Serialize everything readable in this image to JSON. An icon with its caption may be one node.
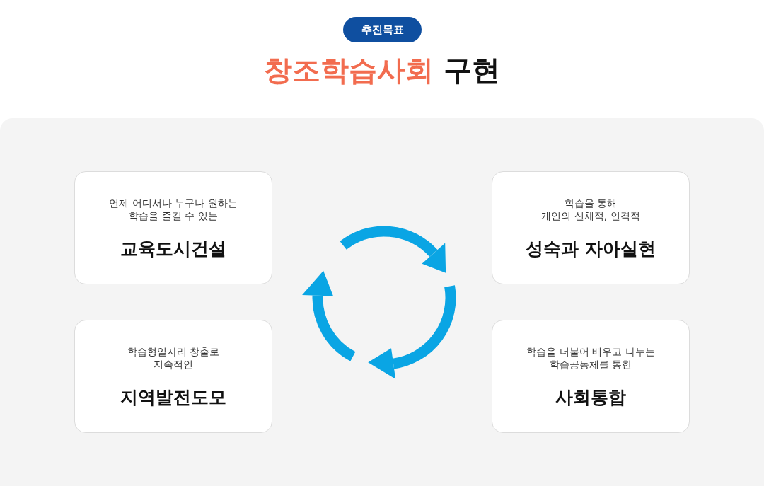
{
  "diagram": {
    "title": "창조학습사회 구현",
    "nodes": [
      {
        "text": [
          "추진목표"
        ]
      },
      {
        "text": [
          "언제 어디서나 누구나 원하는 학습을 즐길 수 있는",
          "교육도시건설"
        ]
      },
      {
        "text": [
          "학습을 통해 개인의 신체적, 인격적",
          "성숙과 자아실현"
        ]
      },
      {
        "text": [
          "학습형일자리 창출로 지속적인",
          "지역발전도모"
        ]
      },
      {
        "text": [
          "학습을 더불어 배우고 나누는 학습공동체를 통한",
          "사회통합"
        ]
      }
    ]
  }
}
